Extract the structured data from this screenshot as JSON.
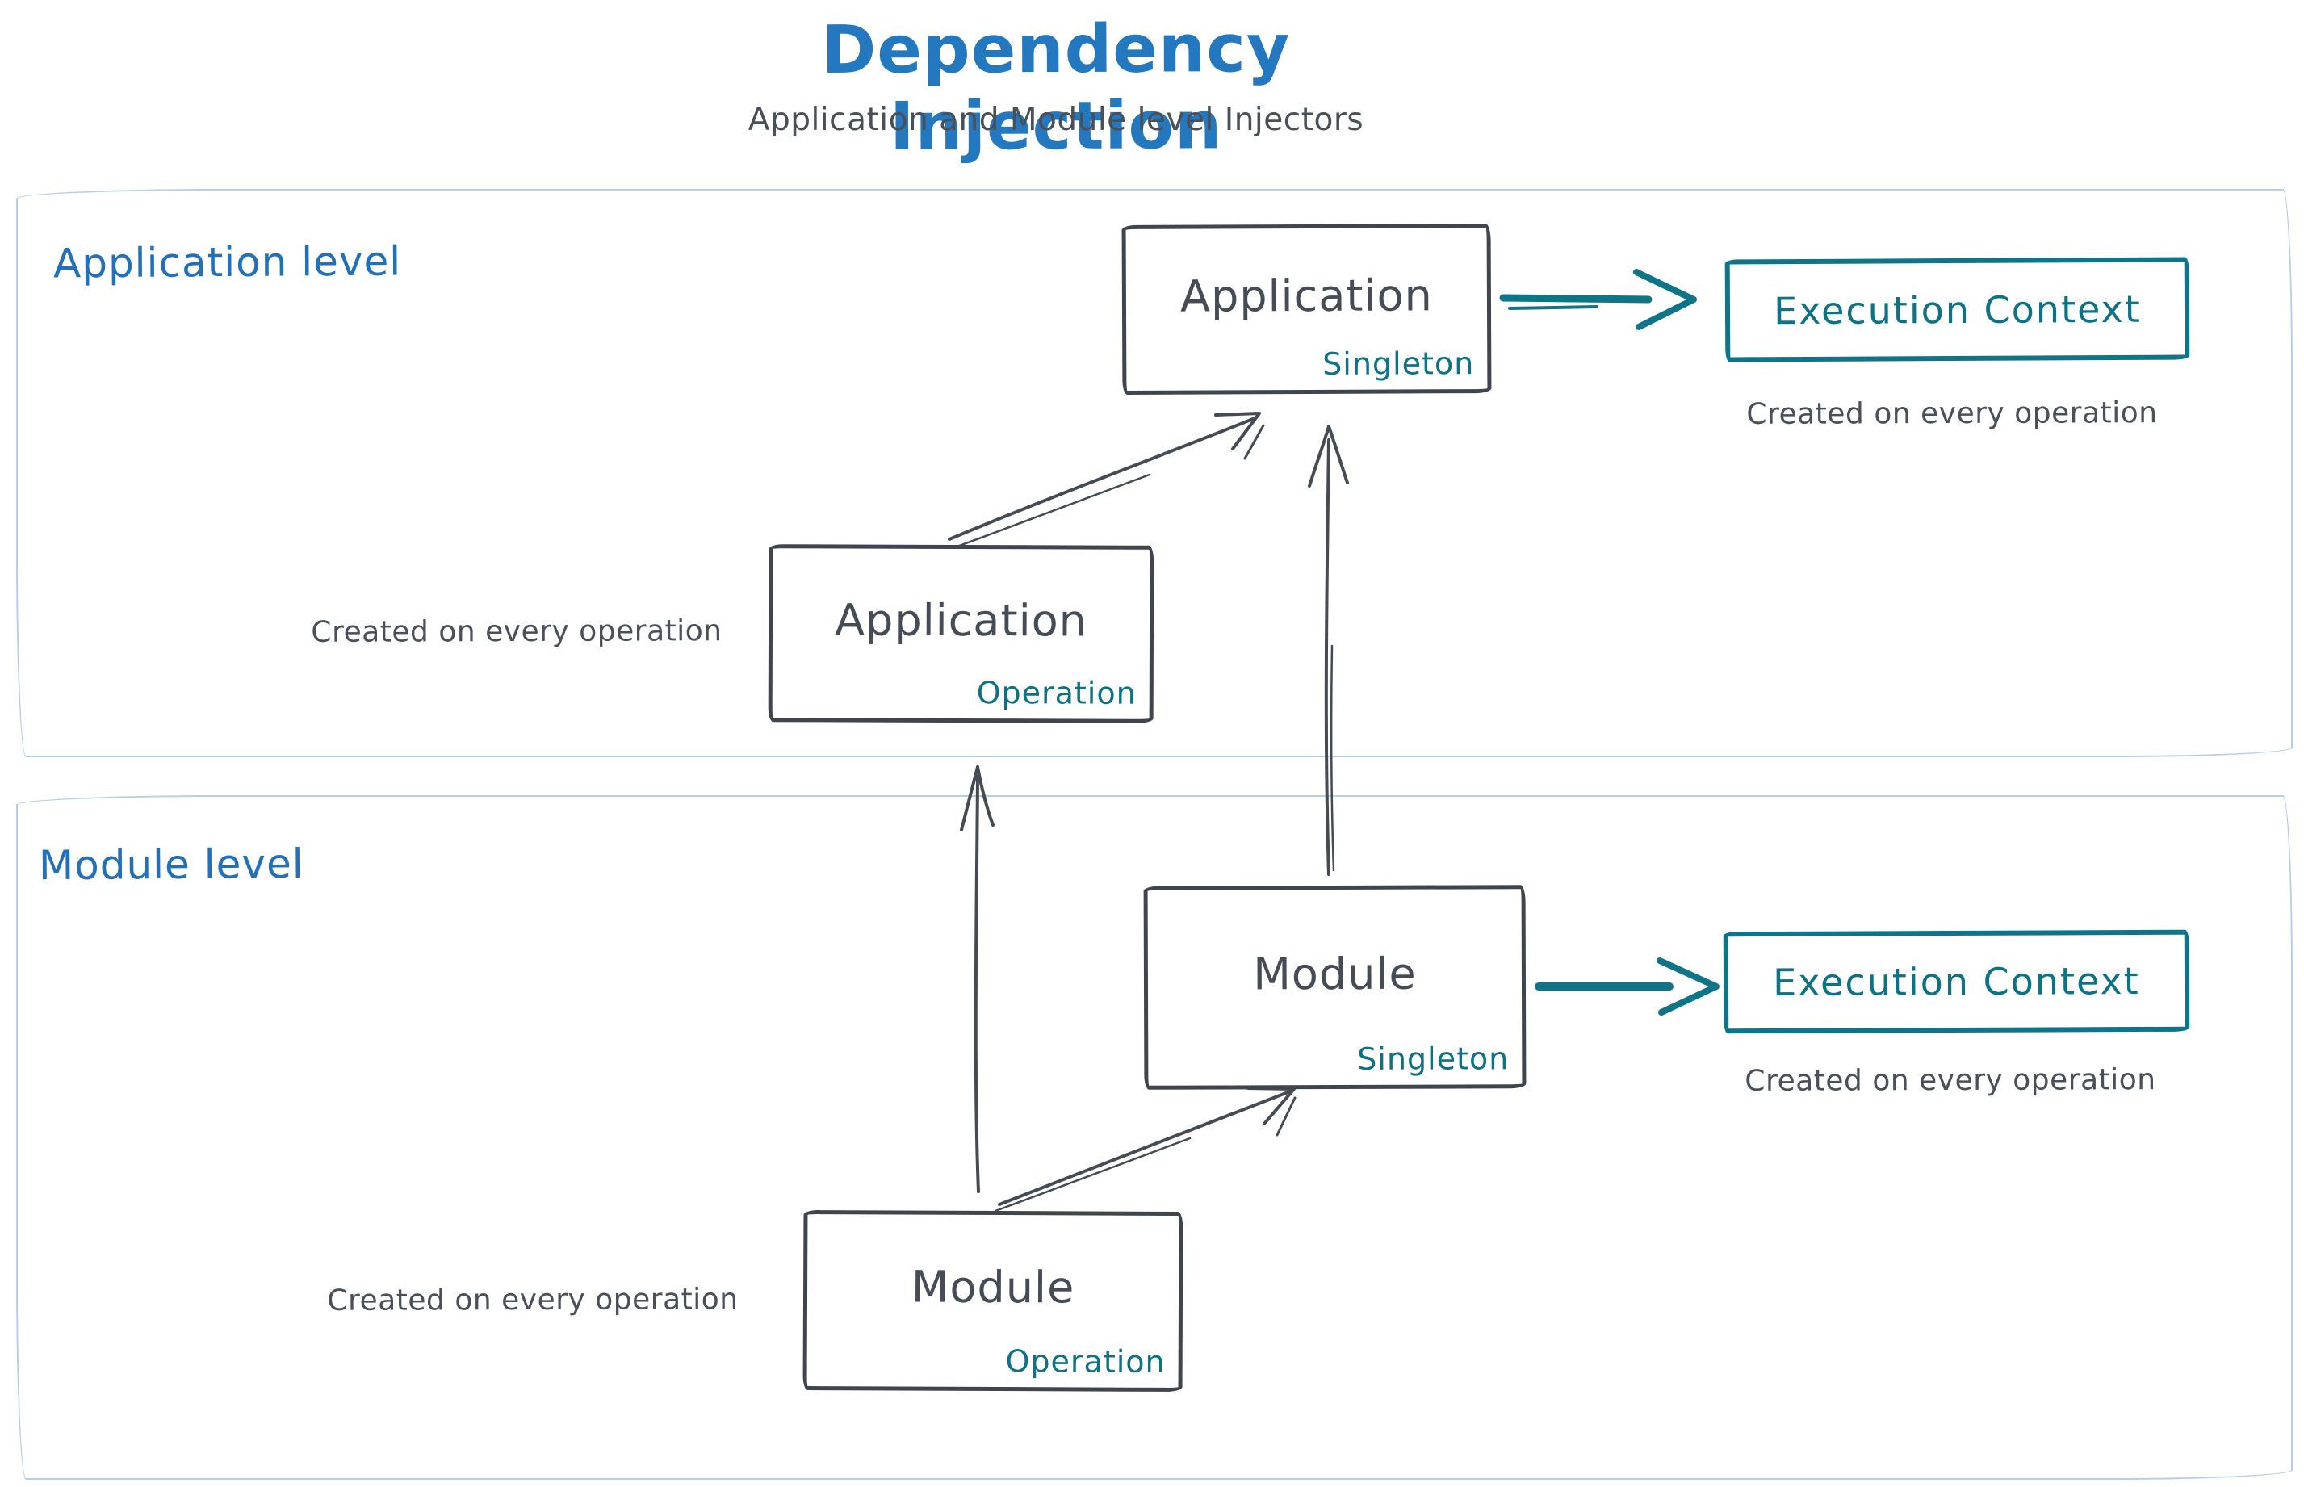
{
  "title": "Dependency Injection",
  "subtitle": "Application and Module level Injectors",
  "colors": {
    "accent_blue": "#2478c0",
    "dark_ink": "#454b52",
    "teal": "#0e7285",
    "section_border": "#b7cee9",
    "background": "#ffffff"
  },
  "sections": {
    "application": {
      "label": "Application level"
    },
    "module": {
      "label": "Module level"
    }
  },
  "nodes": {
    "app_singleton": {
      "title": "Application",
      "tag": "Singleton"
    },
    "app_operation": {
      "title": "Application",
      "tag": "Operation"
    },
    "module_singleton": {
      "title": "Module",
      "tag": "Singleton"
    },
    "module_operation": {
      "title": "Module",
      "tag": "Operation"
    },
    "app_execution_context": {
      "title": "Execution Context",
      "caption": "Created on every operation"
    },
    "module_execution_context": {
      "title": "Execution Context",
      "caption": "Created on every operation"
    }
  },
  "captions": {
    "app_operation": "Created on every operation",
    "module_operation": "Created on every operation"
  }
}
